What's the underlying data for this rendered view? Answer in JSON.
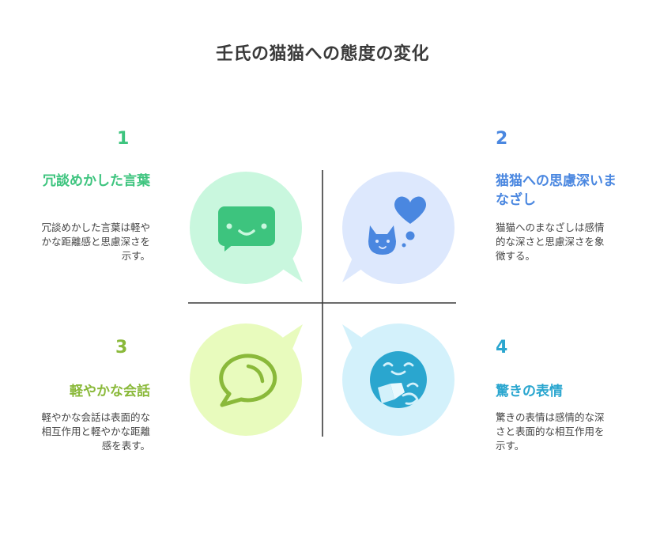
{
  "title": "壬氏の猫猫への態度の変化",
  "colors": {
    "green": "#3dc47e",
    "blue": "#4a87e0",
    "lime": "#8ab93a",
    "teal": "#2aa6cf"
  },
  "quadrants": [
    {
      "number": "1",
      "heading": "冗談めかした言葉",
      "description": "冗談めかした言葉は軽やかな距離感と思慮深さを示す。",
      "icon": "chat-bubble-smile-icon"
    },
    {
      "number": "2",
      "heading": "猫猫への思慮深いまなざし",
      "description": "猫猫へのまなざしは感情的な深さと思慮深さを象徴する。",
      "icon": "cat-heart-icon"
    },
    {
      "number": "3",
      "heading": "軽やかな会話",
      "description": "軽やかな会話は表面的な相互作用と軽やかな距離感を表す。",
      "icon": "speech-bubble-icon"
    },
    {
      "number": "4",
      "heading": "驚きの表情",
      "description": "驚きの表情は感情的な深さと表面的な相互作用を示す。",
      "icon": "surprised-face-book-icon"
    }
  ]
}
